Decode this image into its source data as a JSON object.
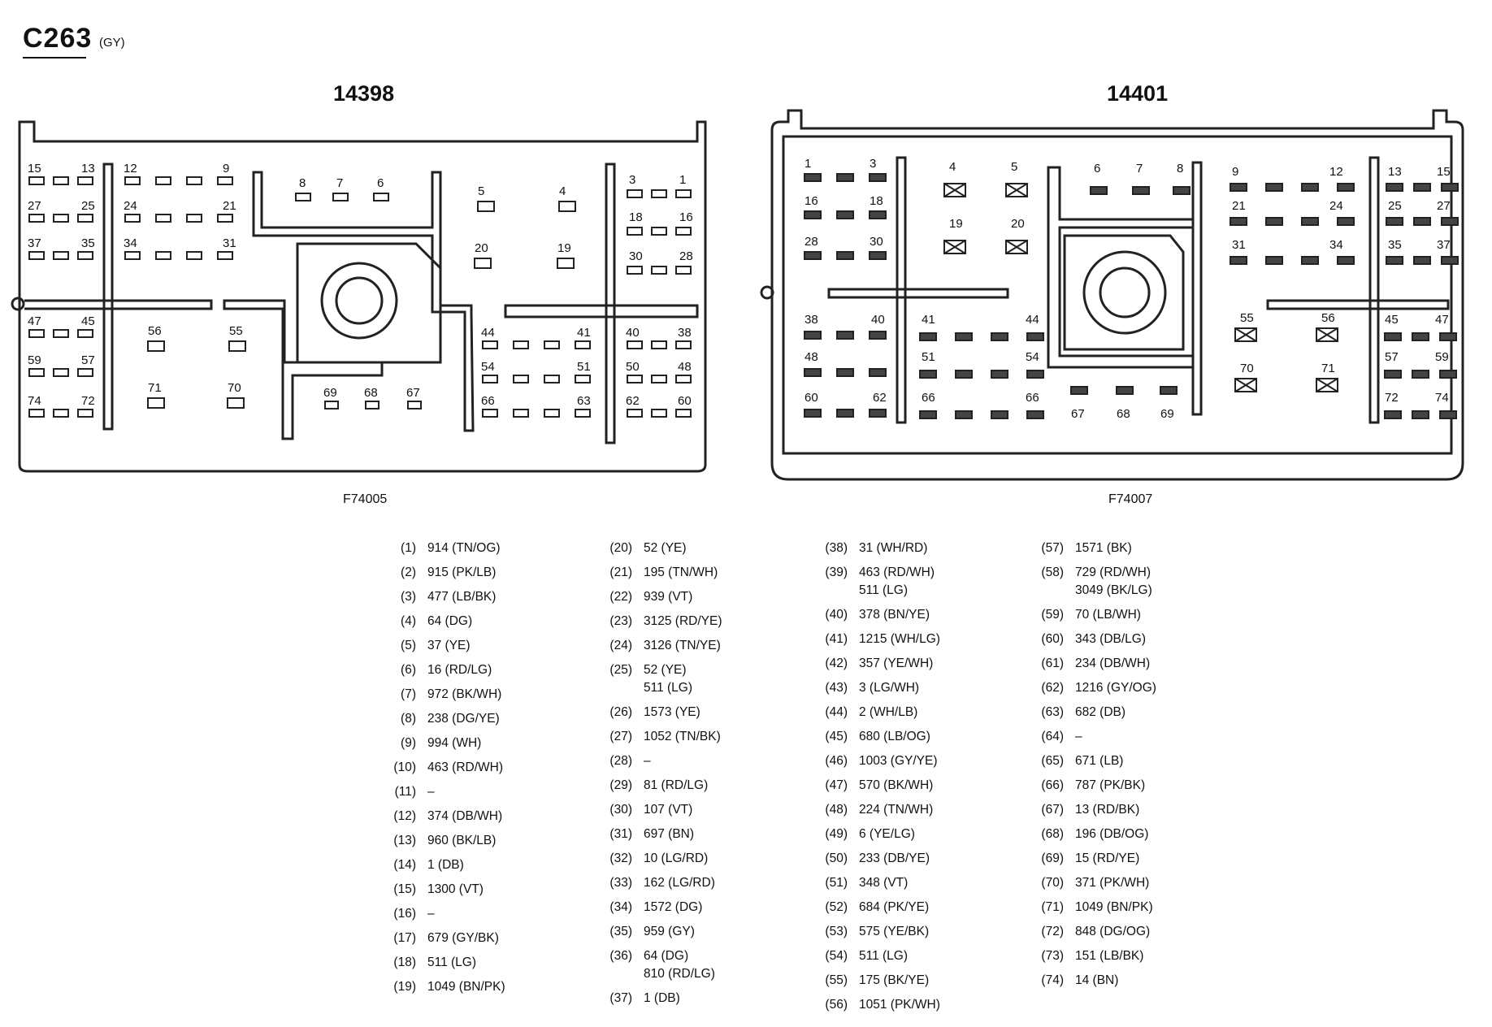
{
  "header": {
    "title": "C263",
    "subtitle": "(GY)"
  },
  "connectors": [
    {
      "part": "14398",
      "figure": "F74005"
    },
    {
      "part": "14401",
      "figure": "F74007"
    }
  ],
  "left_pins": {
    "top_left": [
      "15",
      "13",
      "27",
      "25",
      "37",
      "35",
      "47",
      "45",
      "59",
      "57",
      "74",
      "72"
    ],
    "top_mid": [
      "12",
      "9",
      "24",
      "21",
      "34",
      "31"
    ],
    "upper_center": [
      "8",
      "7",
      "6"
    ],
    "right_block": [
      "5",
      "4",
      "20",
      "19"
    ],
    "top_right": [
      "3",
      "1",
      "18",
      "16",
      "30",
      "28"
    ],
    "mid_left": [
      "56",
      "55",
      "71",
      "70"
    ],
    "bottom_center": [
      "69",
      "68",
      "67"
    ],
    "bottom_mid": [
      "44",
      "41",
      "54",
      "51",
      "66",
      "63"
    ],
    "bottom_right": [
      "40",
      "38",
      "50",
      "48",
      "62",
      "60"
    ]
  },
  "right_pins": {
    "a": [
      "1",
      "3",
      "16",
      "18",
      "28",
      "30"
    ],
    "b": [
      "4",
      "5",
      "19",
      "20"
    ],
    "c": [
      "6",
      "7",
      "8"
    ],
    "d": [
      "9",
      "12",
      "21",
      "24",
      "31",
      "34"
    ],
    "e": [
      "13",
      "15",
      "25",
      "27",
      "35",
      "37"
    ],
    "f": [
      "38",
      "40",
      "48",
      "60",
      "62"
    ],
    "g": [
      "41",
      "44",
      "51",
      "54",
      "66",
      "66"
    ],
    "h": [
      "67",
      "68",
      "69"
    ],
    "i": [
      "55",
      "56",
      "70",
      "71"
    ],
    "j": [
      "45",
      "47",
      "57",
      "59",
      "72",
      "74"
    ]
  },
  "legend": [
    [
      {
        "n": "(1)",
        "w": [
          "914 (TN/OG)"
        ]
      },
      {
        "n": "(2)",
        "w": [
          "915 (PK/LB)"
        ]
      },
      {
        "n": "(3)",
        "w": [
          "477 (LB/BK)"
        ]
      },
      {
        "n": "(4)",
        "w": [
          "64 (DG)"
        ]
      },
      {
        "n": "(5)",
        "w": [
          "37 (YE)"
        ]
      },
      {
        "n": "(6)",
        "w": [
          "16 (RD/LG)"
        ]
      },
      {
        "n": "(7)",
        "w": [
          "972 (BK/WH)"
        ]
      },
      {
        "n": "(8)",
        "w": [
          "238 (DG/YE)"
        ]
      },
      {
        "n": "(9)",
        "w": [
          "994 (WH)"
        ]
      },
      {
        "n": "(10)",
        "w": [
          "463 (RD/WH)"
        ]
      },
      {
        "n": "(11)",
        "w": [
          "–"
        ]
      },
      {
        "n": "(12)",
        "w": [
          "374 (DB/WH)"
        ]
      },
      {
        "n": "(13)",
        "w": [
          "960 (BK/LB)"
        ]
      },
      {
        "n": "(14)",
        "w": [
          "1 (DB)"
        ]
      },
      {
        "n": "(15)",
        "w": [
          "1300 (VT)"
        ]
      },
      {
        "n": "(16)",
        "w": [
          "–"
        ]
      },
      {
        "n": "(17)",
        "w": [
          "679 (GY/BK)"
        ]
      },
      {
        "n": "(18)",
        "w": [
          "511 (LG)"
        ]
      },
      {
        "n": "(19)",
        "w": [
          "1049 (BN/PK)"
        ]
      }
    ],
    [
      {
        "n": "(20)",
        "w": [
          "52 (YE)"
        ]
      },
      {
        "n": "(21)",
        "w": [
          "195 (TN/WH)"
        ]
      },
      {
        "n": "(22)",
        "w": [
          "939 (VT)"
        ]
      },
      {
        "n": "(23)",
        "w": [
          "3125 (RD/YE)"
        ]
      },
      {
        "n": "(24)",
        "w": [
          "3126 (TN/YE)"
        ]
      },
      {
        "n": "(25)",
        "w": [
          "52 (YE)",
          "511 (LG)"
        ]
      },
      {
        "n": "(26)",
        "w": [
          "1573 (YE)"
        ]
      },
      {
        "n": "(27)",
        "w": [
          "1052 (TN/BK)"
        ]
      },
      {
        "n": "(28)",
        "w": [
          "–"
        ]
      },
      {
        "n": "(29)",
        "w": [
          "81 (RD/LG)"
        ]
      },
      {
        "n": "(30)",
        "w": [
          "107 (VT)"
        ]
      },
      {
        "n": "(31)",
        "w": [
          "697 (BN)"
        ]
      },
      {
        "n": "(32)",
        "w": [
          "10 (LG/RD)"
        ]
      },
      {
        "n": "(33)",
        "w": [
          "162 (LG/RD)"
        ]
      },
      {
        "n": "(34)",
        "w": [
          "1572 (DG)"
        ]
      },
      {
        "n": "(35)",
        "w": [
          "959 (GY)"
        ]
      },
      {
        "n": "(36)",
        "w": [
          "64 (DG)",
          "810 (RD/LG)"
        ]
      },
      {
        "n": "(37)",
        "w": [
          "1 (DB)"
        ]
      }
    ],
    [
      {
        "n": "(38)",
        "w": [
          "31 (WH/RD)"
        ]
      },
      {
        "n": "(39)",
        "w": [
          "463 (RD/WH)",
          "511 (LG)"
        ]
      },
      {
        "n": "(40)",
        "w": [
          "378 (BN/YE)"
        ]
      },
      {
        "n": "(41)",
        "w": [
          "1215 (WH/LG)"
        ]
      },
      {
        "n": "(42)",
        "w": [
          "357 (YE/WH)"
        ]
      },
      {
        "n": "(43)",
        "w": [
          "3 (LG/WH)"
        ]
      },
      {
        "n": "(44)",
        "w": [
          "2 (WH/LB)"
        ]
      },
      {
        "n": "(45)",
        "w": [
          "680 (LB/OG)"
        ]
      },
      {
        "n": "(46)",
        "w": [
          "1003 (GY/YE)"
        ]
      },
      {
        "n": "(47)",
        "w": [
          "570 (BK/WH)"
        ]
      },
      {
        "n": "(48)",
        "w": [
          "224 (TN/WH)"
        ]
      },
      {
        "n": "(49)",
        "w": [
          "6 (YE/LG)"
        ]
      },
      {
        "n": "(50)",
        "w": [
          "233 (DB/YE)"
        ]
      },
      {
        "n": "(51)",
        "w": [
          "348 (VT)"
        ]
      },
      {
        "n": "(52)",
        "w": [
          "684 (PK/YE)"
        ]
      },
      {
        "n": "(53)",
        "w": [
          "575 (YE/BK)"
        ]
      },
      {
        "n": "(54)",
        "w": [
          "511 (LG)"
        ]
      },
      {
        "n": "(55)",
        "w": [
          "175 (BK/YE)"
        ]
      },
      {
        "n": "(56)",
        "w": [
          "1051 (PK/WH)"
        ]
      }
    ],
    [
      {
        "n": "(57)",
        "w": [
          "1571 (BK)"
        ]
      },
      {
        "n": "(58)",
        "w": [
          "729 (RD/WH)",
          "3049 (BK/LG)"
        ]
      },
      {
        "n": "(59)",
        "w": [
          "70 (LB/WH)"
        ]
      },
      {
        "n": "(60)",
        "w": [
          "343 (DB/LG)"
        ]
      },
      {
        "n": "(61)",
        "w": [
          "234 (DB/WH)"
        ]
      },
      {
        "n": "(62)",
        "w": [
          "1216 (GY/OG)"
        ]
      },
      {
        "n": "(63)",
        "w": [
          "682 (DB)"
        ]
      },
      {
        "n": "(64)",
        "w": [
          "–"
        ]
      },
      {
        "n": "(65)",
        "w": [
          "671 (LB)"
        ]
      },
      {
        "n": "(66)",
        "w": [
          "787 (PK/BK)"
        ]
      },
      {
        "n": "(67)",
        "w": [
          "13 (RD/BK)"
        ]
      },
      {
        "n": "(68)",
        "w": [
          "196 (DB/OG)"
        ]
      },
      {
        "n": "(69)",
        "w": [
          "15 (RD/YE)"
        ]
      },
      {
        "n": "(70)",
        "w": [
          "371 (PK/WH)"
        ]
      },
      {
        "n": "(71)",
        "w": [
          "1049 (BN/PK)"
        ]
      },
      {
        "n": "(72)",
        "w": [
          "848 (DG/OG)"
        ]
      },
      {
        "n": "(73)",
        "w": [
          "151 (LB/BK)"
        ]
      },
      {
        "n": "(74)",
        "w": [
          "14 (BN)"
        ]
      }
    ]
  ]
}
